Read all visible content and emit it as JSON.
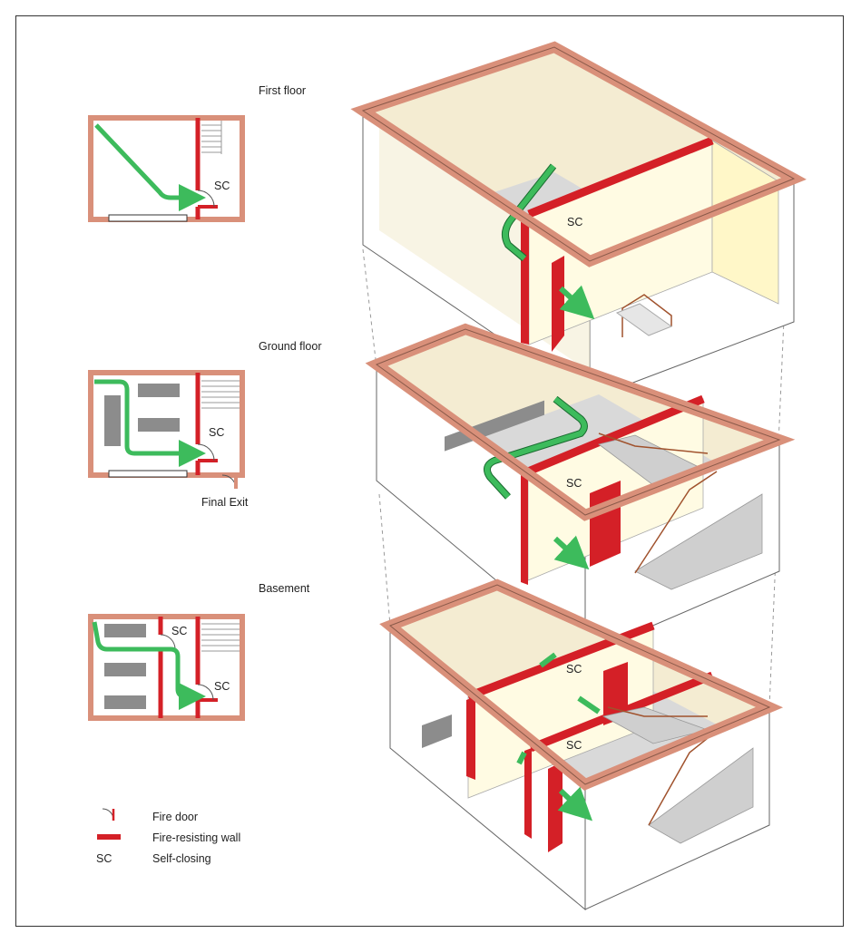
{
  "floors": {
    "first": {
      "label": "First floor"
    },
    "ground": {
      "label": "Ground floor",
      "exit_label": "Final Exit"
    },
    "basement": {
      "label": "Basement"
    }
  },
  "sc_label": "SC",
  "legend": {
    "fire_door": "Fire door",
    "fire_wall": "Fire-resisting wall",
    "sc_key": "SC",
    "sc_meaning": "Self-closing"
  },
  "colors": {
    "outer_wall": "#d9907a",
    "fire_wall": "#d42027",
    "escape_route": "#3dbb5c",
    "interior_wall": "#f4ecd2",
    "floor": "#d9d9d9",
    "stair_rail": "#a0522d",
    "furniture": "#8c8c8c"
  }
}
